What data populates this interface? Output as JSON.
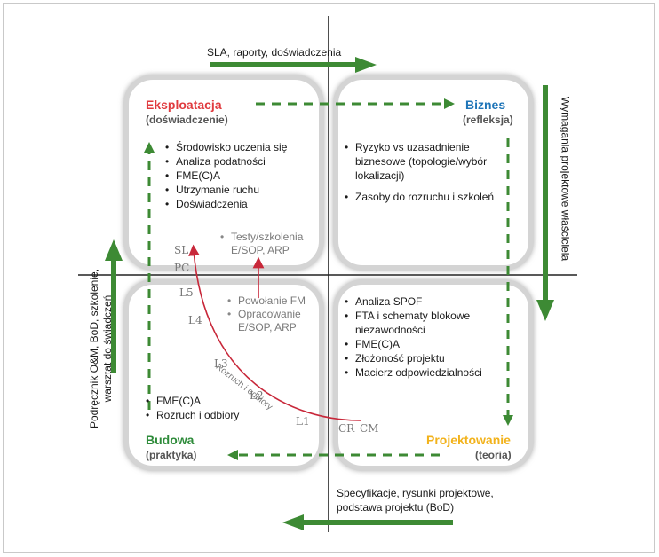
{
  "top_arrow_label": "SLA, raporty, doświadczenia",
  "bottom_arrow_label": "Specyfikacje, rysunki projektowe,\npodstawa projektu (BoD)",
  "right_vertical_label": "Wymagania projektowe właściciela",
  "left_vertical_label_line1": "Podręcznik O&M, BoD, szkolenie,",
  "left_vertical_label_line2": "warsztat do świadczeń",
  "quadrants": {
    "eksploatacja": {
      "title": "Eksploatacja",
      "subtitle": "(doświadczenie)",
      "items": [
        "Środowisko uczenia się",
        "Analiza podatności",
        "FME(C)A",
        "Utrzymanie ruchu",
        "Doświadczenia"
      ],
      "grey_items": [
        "Testy/szkolenia E/SOP, ARP"
      ],
      "color": "#e03a3e"
    },
    "biznes": {
      "title": "Biznes",
      "subtitle": "(refleksja)",
      "items": [
        "Ryzyko vs uzasadnienie biznesowe (topologie/wybór lokalizacji)",
        "Zasoby do rozruchu i szkoleń"
      ],
      "color": "#1f75b8"
    },
    "budowa": {
      "title": "Budowa",
      "subtitle": "(praktyka)",
      "items": [
        "FME(C)A",
        "Rozruch i odbiory"
      ],
      "grey_items": [
        "Powołanie FM",
        "Opracowanie E/SOP, ARP"
      ],
      "color": "#2e8b3a"
    },
    "projektowanie": {
      "title": "Projektowanie",
      "subtitle": "(teoria)",
      "items": [
        "Analiza SPOF",
        "FTA i schematy blokowe niezawodności",
        "FME(C)A",
        "Złożoność projektu",
        "Macierz odpowiedzialności"
      ],
      "color": "#f2b21b"
    }
  },
  "curve": {
    "label": "Rozruch i odbiory",
    "levels": [
      "SL",
      "PC",
      "L5",
      "L4",
      "L3",
      "L2",
      "L1",
      "CR",
      "CM"
    ]
  },
  "colors": {
    "green": "#3d8a34",
    "red": "#c8283a",
    "axis": "#222222"
  }
}
